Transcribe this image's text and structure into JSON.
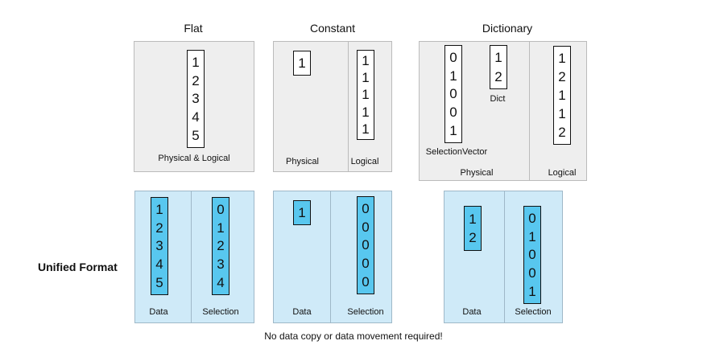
{
  "titles": {
    "flat": "Flat",
    "constant": "Constant",
    "dictionary": "Dictionary"
  },
  "top": {
    "flat": {
      "values": [
        "1",
        "2",
        "3",
        "4",
        "5"
      ],
      "label": "Physical & Logical"
    },
    "constant": {
      "physical_values": [
        "1"
      ],
      "physical_label": "Physical",
      "logical_values": [
        "1",
        "1",
        "1",
        "1",
        "1"
      ],
      "logical_label": "Logical"
    },
    "dictionary": {
      "selection_values": [
        "0",
        "1",
        "0",
        "0",
        "1"
      ],
      "selection_label": "SelectionVector",
      "dict_values": [
        "1",
        "2"
      ],
      "dict_label": "Dict",
      "physical_label": "Physical",
      "logical_values": [
        "1",
        "2",
        "1",
        "1",
        "2"
      ],
      "logical_label": "Logical"
    }
  },
  "side_label": "Unified Format",
  "bottom": {
    "flat": {
      "data_values": [
        "1",
        "2",
        "3",
        "4",
        "5"
      ],
      "data_label": "Data",
      "selection_values": [
        "0",
        "1",
        "2",
        "3",
        "4"
      ],
      "selection_label": "Selection"
    },
    "constant": {
      "data_values": [
        "1"
      ],
      "data_label": "Data",
      "selection_values": [
        "0",
        "0",
        "0",
        "0",
        "0"
      ],
      "selection_label": "Selection"
    },
    "dictionary": {
      "data_values": [
        "1",
        "2"
      ],
      "data_label": "Data",
      "selection_values": [
        "0",
        "1",
        "0",
        "0",
        "1"
      ],
      "selection_label": "Selection"
    }
  },
  "footer": "No data copy or data movement required!",
  "colors": {
    "panel_gray": "#eeeeee",
    "panel_blue": "#cfeaf8",
    "vector_cyan": "#58c7ef"
  }
}
